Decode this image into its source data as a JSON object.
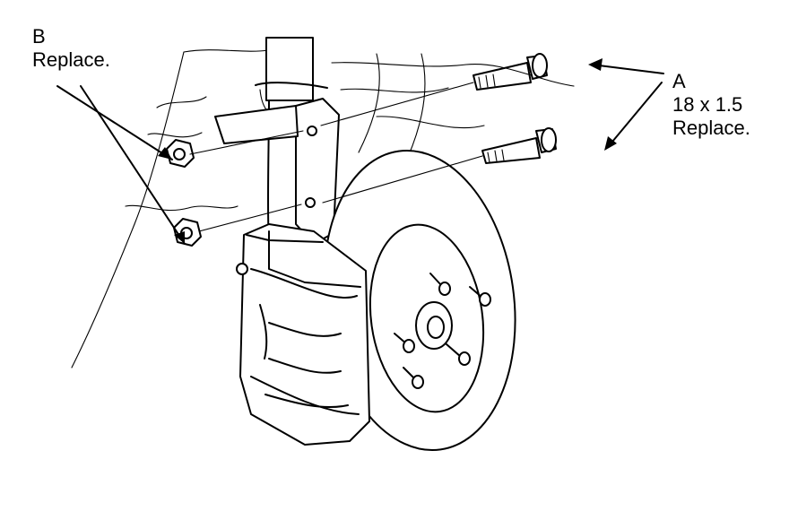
{
  "callouts": {
    "b": {
      "letter": "B",
      "note": "Replace."
    },
    "a": {
      "letter": "A",
      "spec": "18 x 1.5",
      "note": "Replace."
    }
  },
  "colors": {
    "ink": "#000000",
    "background": "#ffffff"
  }
}
